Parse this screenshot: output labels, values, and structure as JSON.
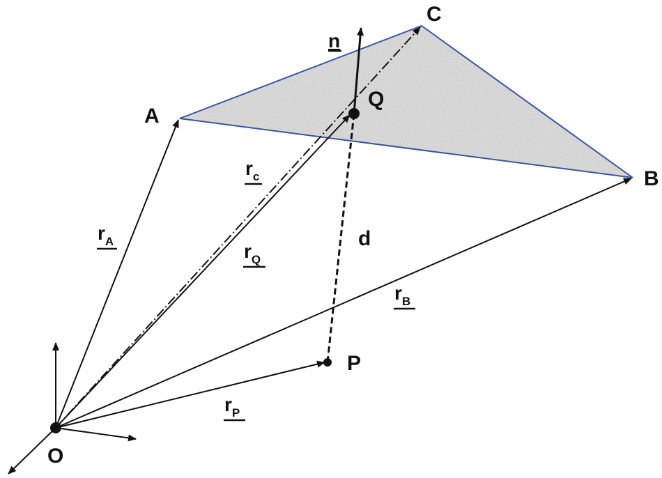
{
  "colors": {
    "triangle_fill": "#d6d6d6",
    "triangle_edge": "#3a55a0",
    "ink": "#111111"
  },
  "points": {
    "A": "A",
    "B": "B",
    "C": "C",
    "O": "O",
    "P": "P",
    "Q": "Q"
  },
  "labels": {
    "normal": "n",
    "distance": "d"
  },
  "vectors": {
    "rA": {
      "base": "r",
      "sub": "A"
    },
    "rB": {
      "base": "r",
      "sub": "B"
    },
    "rC": {
      "base": "r",
      "sub": "c"
    },
    "rQ": {
      "base": "r",
      "sub": "Q"
    },
    "rP": {
      "base": "r",
      "sub": "P"
    }
  }
}
